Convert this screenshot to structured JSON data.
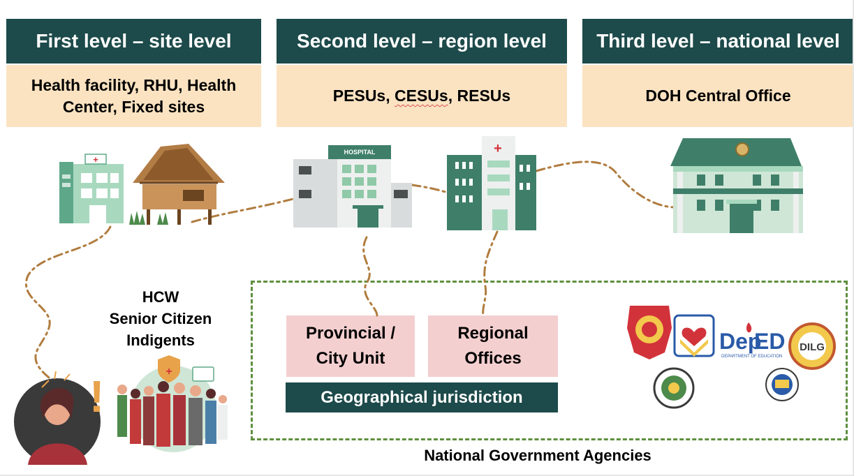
{
  "levels": [
    {
      "title": "First level – site level",
      "body_lines": [
        "Health facility, RHU, Health",
        "Center, Fixed sites"
      ]
    },
    {
      "title": "Second level – region level",
      "body_parts": [
        "PESUs, ",
        "CESUs",
        ", RESUs"
      ]
    },
    {
      "title": "Third level – national level",
      "body_lines": [
        "DOH Central Office"
      ]
    }
  ],
  "buildings": {
    "hospital_sign": "HOSPITAL"
  },
  "beneficiaries": [
    "HCW",
    "Senior Citizen",
    "Indigents"
  ],
  "units": [
    {
      "lines": [
        "Provincial /",
        "City Unit"
      ]
    },
    {
      "lines": [
        "Regional",
        "Offices"
      ]
    }
  ],
  "jurisdiction_label": "Geographical jurisdiction",
  "agencies_label": "National Government Agencies",
  "agency_logos": [
    "PNP",
    "DSWD",
    "DepED",
    "DILG",
    "DOJ",
    "DOF"
  ],
  "logo_text": {
    "deped_left": "Dep",
    "deped_right": "ED",
    "deped_sub": "DEPARTMENT OF EDUCATION",
    "dilg": "DILG"
  },
  "icons": {
    "alert": "!",
    "cross": "+"
  },
  "colors": {
    "header": "#1d4a4a",
    "body": "#fbe3c2",
    "unit_box": "#f4cfcf",
    "dashed_border": "#5f8f3e",
    "connector": "#b07c3e"
  }
}
